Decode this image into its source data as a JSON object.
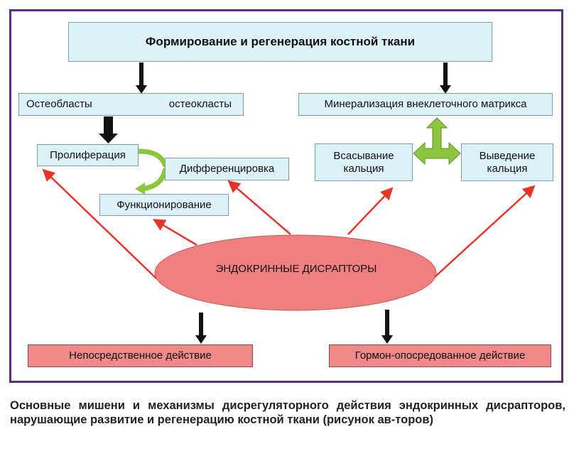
{
  "diagram": {
    "title": "Формирование и регенерация костной ткани",
    "osteoblasts": "Остеобласты",
    "osteoclasts": "остеокласты",
    "mineralization": "Минерализация внеклеточного матрикса",
    "proliferation": "Пролиферация",
    "differentiation": "Дифференцировка",
    "functioning": "Функционирование",
    "calcium_absorption": "Всасывание кальция",
    "calcium_excretion": "Выведение кальция",
    "endocrine_disruptors": "ЭНДОКРИННЫЕ ДИСРАПТОРЫ",
    "direct_action": "Непосредственное действие",
    "hormone_mediated_action": "Гормон-опосредованное действие"
  },
  "caption": "Основные мишени и механизмы дисрегуляторного действия эндокринных дисрапторов, нарушающие развитие и регенерацию костной ткани (рисунок ав-торов)",
  "colors": {
    "frame": "#5b2f7a",
    "box_fill": "#dcf1f8",
    "pink_fill": "#f08a8a",
    "ellipse_fill": "#f08080",
    "red_arrow": "#e8352a",
    "green_arrow": "#8cc63f",
    "black_arrow": "#111111"
  }
}
